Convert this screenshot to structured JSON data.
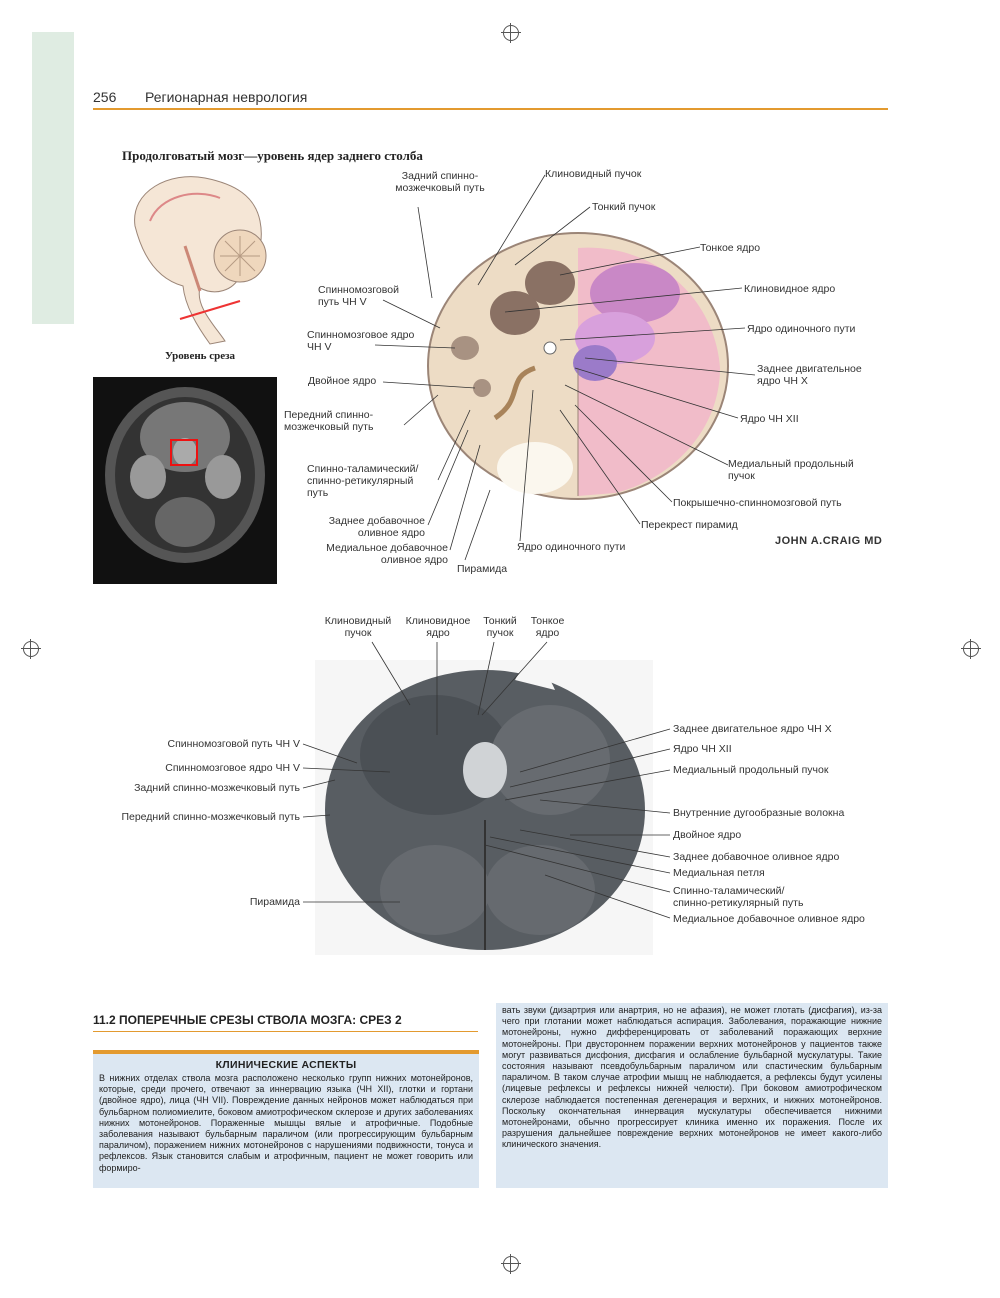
{
  "header": {
    "page_number": "256",
    "title": "Регионарная неврология"
  },
  "figure_top": {
    "title": "Продолговатый мозг—уровень ядер заднего столба",
    "level_caption": "Уровень среза",
    "signature": "JOHN A.CRAIG MD",
    "labels": {
      "posterior_spinocerebellar": "Задний спинно-мозжечковый путь",
      "cuneate_fasciculus": "Клиновидный пучок",
      "gracile_fasciculus": "Тонкий пучок",
      "gracile_nucleus": "Тонкое ядро",
      "cuneate_nucleus": "Клиновидное ядро",
      "solitary_nucleus": "Ядро одиночного пути",
      "dorsal_motor_x": "Заднее двигательное ядро ЧН Х",
      "nucleus_xii": "Ядро ЧН XII",
      "mlf": "Медиальный продольный пучок",
      "tectospinal": "Покрышечно-спинномозговой путь",
      "pyramid_decussation": "Перекрест пирамид",
      "solitary_tract_bottom": "Ядро одиночного пути",
      "pyramid": "Пирамида",
      "medial_accessory_olivary": "Медиальное добавочное оливное ядро",
      "dorsal_accessory_olivary": "Заднее добавочное оливное ядро",
      "spinothalamic": "Спинно-таламический/ спинно-ретикулярный путь",
      "anterior_spinocerebellar": "Передний спинно-мозжечковый путь",
      "nucleus_ambiguus": "Двойное ядро",
      "spinal_nucleus_v": "Спинномозговое ядро ЧН V",
      "spinal_tract_v": "Спинномозговой путь ЧН V"
    }
  },
  "figure_bottom": {
    "top_labels": [
      "Клиновидный пучок",
      "Клиновидное ядро",
      "Тонкий пучок",
      "Тонкое ядро"
    ],
    "left_labels": [
      "Спинномозговой путь ЧН V",
      "Спинномозговое ядро ЧН V",
      "Задний спинно-мозжечковый путь",
      "Передний спинно-мозжечковый путь",
      "Пирамида"
    ],
    "right_labels": [
      "Заднее двигательное ядро ЧН Х",
      "Ядро ЧН XII",
      "Медиальный продольный пучок",
      "Внутренние дугообразные волокна",
      "Двойное ядро",
      "Заднее добавочное оливное ядро",
      "Медиальная петля",
      "Спинно-таламический/",
      "спинно-ретикулярный путь",
      "Медиальное добавочное оливное ядро"
    ]
  },
  "section": {
    "title": "11.2  ПОПЕРЕЧНЫЕ СРЕЗЫ СТВОЛА МОЗГА: СРЕЗ 2",
    "clinical_title": "КЛИНИЧЕСКИЕ АСПЕКТЫ",
    "col1_text": "В нижних отделах ствола мозга расположено несколько групп нижних мотонейронов, которые, среди прочего, отвечают за иннервацию языка (ЧН XII), глотки и гортани (двойное ядро), лица (ЧН VII). Повреждение данных нейронов может наблюдаться при бульбарном полиомиелите, боковом амиотрофическом склерозе и других заболеваниях нижних мотонейронов. Пораженные мышцы вялые и атрофичные. Подобные заболевания называют бульбарным параличом (или прогрессирующим бульбарным параличом), поражением нижних мотонейронов с нарушениями подвижности, тонуса и рефлексов. Язык становится слабым и атрофичным, пациент не может говорить или формиро-",
    "col2_text": "вать звуки (дизартрия или анартрия, но не афазия), не может глотать (дисфагия), из-за чего при глотании может наблюдаться аспирация. Заболевания, поражающие нижние мотонейроны, нужно дифференцировать от заболеваний поражающих верхние мотонейроны. При двустороннем поражении верхних мотонейронов у пациентов также могут развиваться дисфония, дисфагия и ослабление бульбарной мускулатуры. Такие состояния называют псевдобульбарным параличом или спастическим бульбарным параличом. В таком случае атрофии мышц не наблюдается, а рефлексы будут усилены (лицевые рефлексы и рефлексы нижней челюсти). При боковом амиотрофическом склерозе наблюдается постепенная дегенерация и верхних, и нижних мотонейронов. Поскольку окончательная иннервация мускулатуры обеспечивается нижними мотонейронами, обычно прогрессирует клиника именно их поражения. После их разрушения дальнейшее повреждение верхних мотонейронов не имеет какого-либо клинического значения."
  }
}
